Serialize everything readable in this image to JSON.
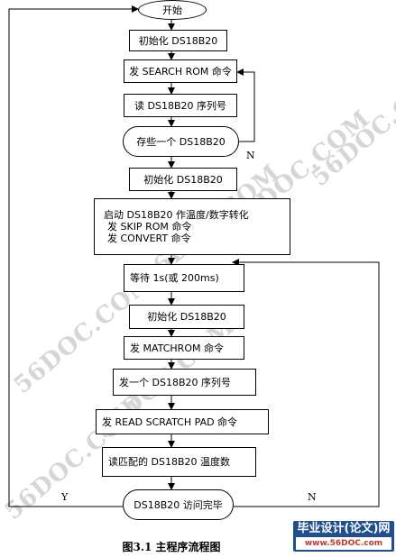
{
  "flowchart": {
    "start": "开始",
    "steps": [
      "初始化 DS18B20",
      "发 SEARCH ROM 命令",
      "读 DS18B20 序列号",
      "存些一个 DS18B20",
      "初始化 DS18B20",
      "启动 DS18B20 作温度/数字转化",
      "发 SKIP ROM 命令",
      "发 CONVERT 命令",
      "等待 1s(或 200ms)",
      "初始化 DS18B20",
      "发 MATCHROM 命令",
      "发一个 DS18B20 序列号",
      "发 READ SCRATCH PAD 命令",
      "读匹配的 DS18B20 温度数",
      "DS18B20 访问完毕"
    ],
    "labels": {
      "n1": "N",
      "y": "Y",
      "n2": "N"
    }
  },
  "watermark": "56DOC.COM",
  "caption": "图3.1 主程序流程图",
  "brand": {
    "title": "毕业设计(论文)网",
    "url": "www.56DOC.com"
  }
}
